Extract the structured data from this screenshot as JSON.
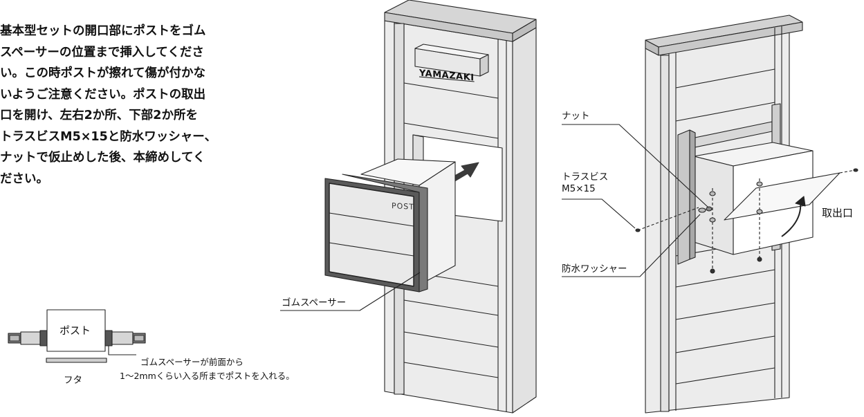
{
  "instructions": {
    "lines": [
      "基本型セットの開口部にポストをゴム",
      "スペーサーの位置まで挿入してくださ",
      "い。この時ポストが擦れて傷が付かな",
      "いようご注意ください。ポストの取出",
      "口を開け、左右2か所、下部2か所を",
      "トラスビスM5×15と防水ワッシャー、",
      "ナットで仮止めした後、本締めしてく",
      "ださい。"
    ]
  },
  "detail": {
    "post_label": "ポスト",
    "lid_label": "フタ",
    "note_line1": "ゴムスペーサーが前面から",
    "note_line2": "1～2mmくらい入る所までポストを入れる。"
  },
  "front_view": {
    "brand": "YAMAZAKI",
    "post_mark": "POST",
    "rubber_spacer_label": "ゴムスペーサー"
  },
  "rear_view": {
    "nut_label": "ナット",
    "screw_label_line1": "トラスビス",
    "screw_label_line2": "M5×15",
    "washer_label": "防水ワッシャー",
    "outlet_label": "取出口"
  }
}
